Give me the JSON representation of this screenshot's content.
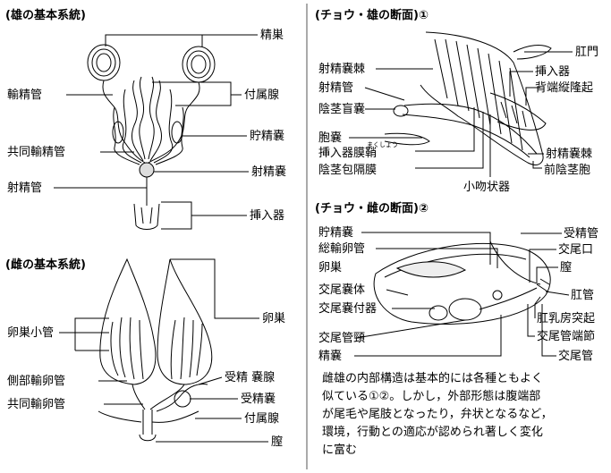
{
  "male_basic": {
    "title": "(雄の基本系統)",
    "labels": {
      "seisou": "精巣",
      "yuseikan": "輸精管",
      "fuzokusen": "付属腺",
      "choseinou": "貯精嚢",
      "kyodoyuseikan": "共同輸精管",
      "shaseinou": "射精嚢",
      "shaseikan": "射精管",
      "sounyuki": "挿入器"
    }
  },
  "female_basic": {
    "title": "(雌の基本系統)",
    "labels": {
      "ransou": "卵巣",
      "ransoushoukan": "卵巣小管",
      "sokubuyurankan": "側部輸卵管",
      "kyodoyurankan": "共同輸卵管",
      "jusei_nousen": "受精 嚢腺",
      "juseinou": "受精嚢",
      "fuzokusen": "付属腺",
      "chitsu": "膣"
    }
  },
  "butterfly_male": {
    "title": "(チョウ・雄の断面)①",
    "labels": {
      "koumon": "肛門",
      "shaseinouryou_top": "射精嚢棘",
      "sounyuki": "挿入器",
      "shaseikan": "射精管",
      "haitanjuuryuuki": "背端縦隆起",
      "inkeimounou": "陰茎盲嚢",
      "hounou": "胞嚢",
      "sounyukimakushou": "挿入器膜鞘",
      "makushou_ruby": "まくしょう",
      "shaseinouryou_bottom": "射精嚢棘",
      "inkeihoukakumaku": "陰茎包隔膜",
      "zeninkeihou": "前陰茎胞",
      "shoufunjouki": "小吻状器"
    }
  },
  "butterfly_female": {
    "title": "(チョウ・雌の断面)②",
    "labels": {
      "choseinou": "貯精嚢",
      "souyurankan": "総輸卵管",
      "ransou": "卵巣",
      "koubinoutai": "交尾嚢体",
      "koubinoufuzokuki": "交尾嚢付器",
      "koubikankei": "交尾管頸",
      "seinou": "精嚢",
      "juseikan": "受精管",
      "koubikou": "交尾口",
      "chitsu": "膣",
      "koukan": "肛管",
      "nyuboutokki": "肛乳房突起",
      "koubikantansetsu": "交尾管端節",
      "koubikan": "交尾管"
    }
  },
  "description": {
    "lines": [
      "雌雄の内部構造は基本的には各種ともよく",
      "似ている①②。しかし，外部形態は腹端部",
      "が尾毛や尾肢となったり，弁状となるなど，",
      "環境，行動との適応が認められ著しく変化",
      "に富む"
    ]
  }
}
